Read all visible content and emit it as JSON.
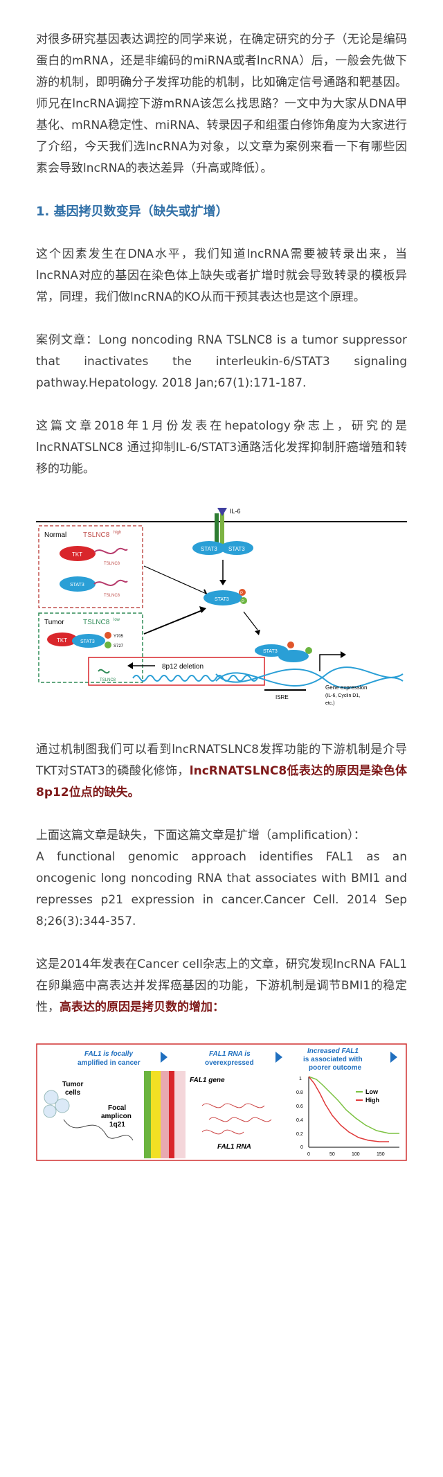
{
  "intro": "对很多研究基因表达调控的同学来说，在确定研究的分子（无论是编码蛋白的mRNA，还是非编码的miRNA或者lncRNA）后，一般会先做下游的机制，即明确分子发挥功能的机制，比如确定信号通路和靶基因。师兄在lncRNA调控下游mRNA该怎么找思路？一文中为大家从DNA甲基化、mRNA稳定性、miRNA、转录因子和组蛋白修饰角度为大家进行了介绍，今天我们选lncRNA为对象，以文章为案例来看一下有哪些因素会导致lncRNA的表达差异（升高或降低）。",
  "section1_title": "1. 基因拷贝数变异（缺失或扩增）",
  "section1_para": "这个因素发生在DNA水平，我们知道lncRNA需要被转录出来，当lncRNA对应的基因在染色体上缺失或者扩增时就会导致转录的模板异常，同理，我们做lncRNA的KO从而干预其表达也是这个原理。",
  "case1": "案例文章：Long noncoding RNA TSLNC8 is a tumor suppressor that inactivates the interleukin-6/STAT3 signaling pathway.Hepatology. 2018 Jan;67(1):171-187.",
  "case1_desc": "这篇文章2018年1月份发表在hepatology杂志上，研究的是lncRNATSLNC8 通过抑制IL-6/STAT3通路活化发挥抑制肝癌增殖和转移的功能。",
  "fig1": {
    "il6": "IL-6",
    "normal": "Normal",
    "tslnc8_high": "TSLNC8",
    "high_sup": "high",
    "tumor": "Tumor",
    "tslnc8_low": "TSLNC8",
    "low_sup": "low",
    "tkt": "TKT",
    "stat3": "STAT3",
    "tslnc8": "TSLNC8",
    "y705": "Y705",
    "s727": "S727",
    "deletion": "8p12 deletion",
    "isre": "ISRE",
    "gene_expr": "Gene expression",
    "gene_expr2": "(IL-6, Cyclin D1,",
    "gene_expr3": "etc.)",
    "p": "P",
    "colors": {
      "dashed_red": "#c0504d",
      "dashed_green": "#2e8b57",
      "stat3_blue": "#2a9fd6",
      "tkt_red": "#d9262b"
    }
  },
  "fig1_desc_plain": "通过机制图我们可以看到lncRNATSLNC8发挥功能的下游机制是介导TKT对STAT3的磷酸化修饰，",
  "fig1_desc_bold": "lncRNATSLNC8低表达的原因是染色体8p12位点的缺失。",
  "case2_intro": "上面这篇文章是缺失，下面这篇文章是扩增（amplification）：",
  "case2": "A functional genomic approach identifies FAL1 as an oncogenic long noncoding RNA that associates with BMI1 and represses p21 expression in cancer.Cancer Cell. 2014 Sep 8;26(3):344-357.",
  "case2_desc_plain": "这是2014年发表在Cancer cell杂志上的文章，研究发现lncRNA FAL1 在卵巢癌中高表达并发挥癌基因的功能，下游机制是调节BMI1的稳定性，",
  "case2_desc_bold": "高表达的原因是拷贝数的增加：",
  "fig2": {
    "panel1_l1": "FAL1 is focally",
    "panel1_l2": "amplified in cancer",
    "panel2_l1": "FAL1 RNA is",
    "panel2_l2": "overexpressed",
    "panel3_l1": "Increased FAL1",
    "panel3_l2": "is associated with",
    "panel3_l3": "poorer outcome",
    "tumor_cells": "Tumor",
    "tumor_cells2": "cells",
    "focal": "Focal",
    "amplicon": "amplicon",
    "locus": "1q21",
    "fal1_gene": "FAL1 gene",
    "fal1_rna": "FAL1 RNA",
    "legend_low": "Low",
    "legend_high": "High",
    "y_ticks": [
      "1",
      "0.8",
      "0.6",
      "0.4",
      "0.2",
      "0"
    ],
    "x_ticks": [
      "0",
      "50",
      "100",
      "150"
    ],
    "colors": {
      "title_blue": "#1f6fbf",
      "low": "#7cc242",
      "high": "#e03a3a",
      "frame_red": "#d03030"
    }
  }
}
